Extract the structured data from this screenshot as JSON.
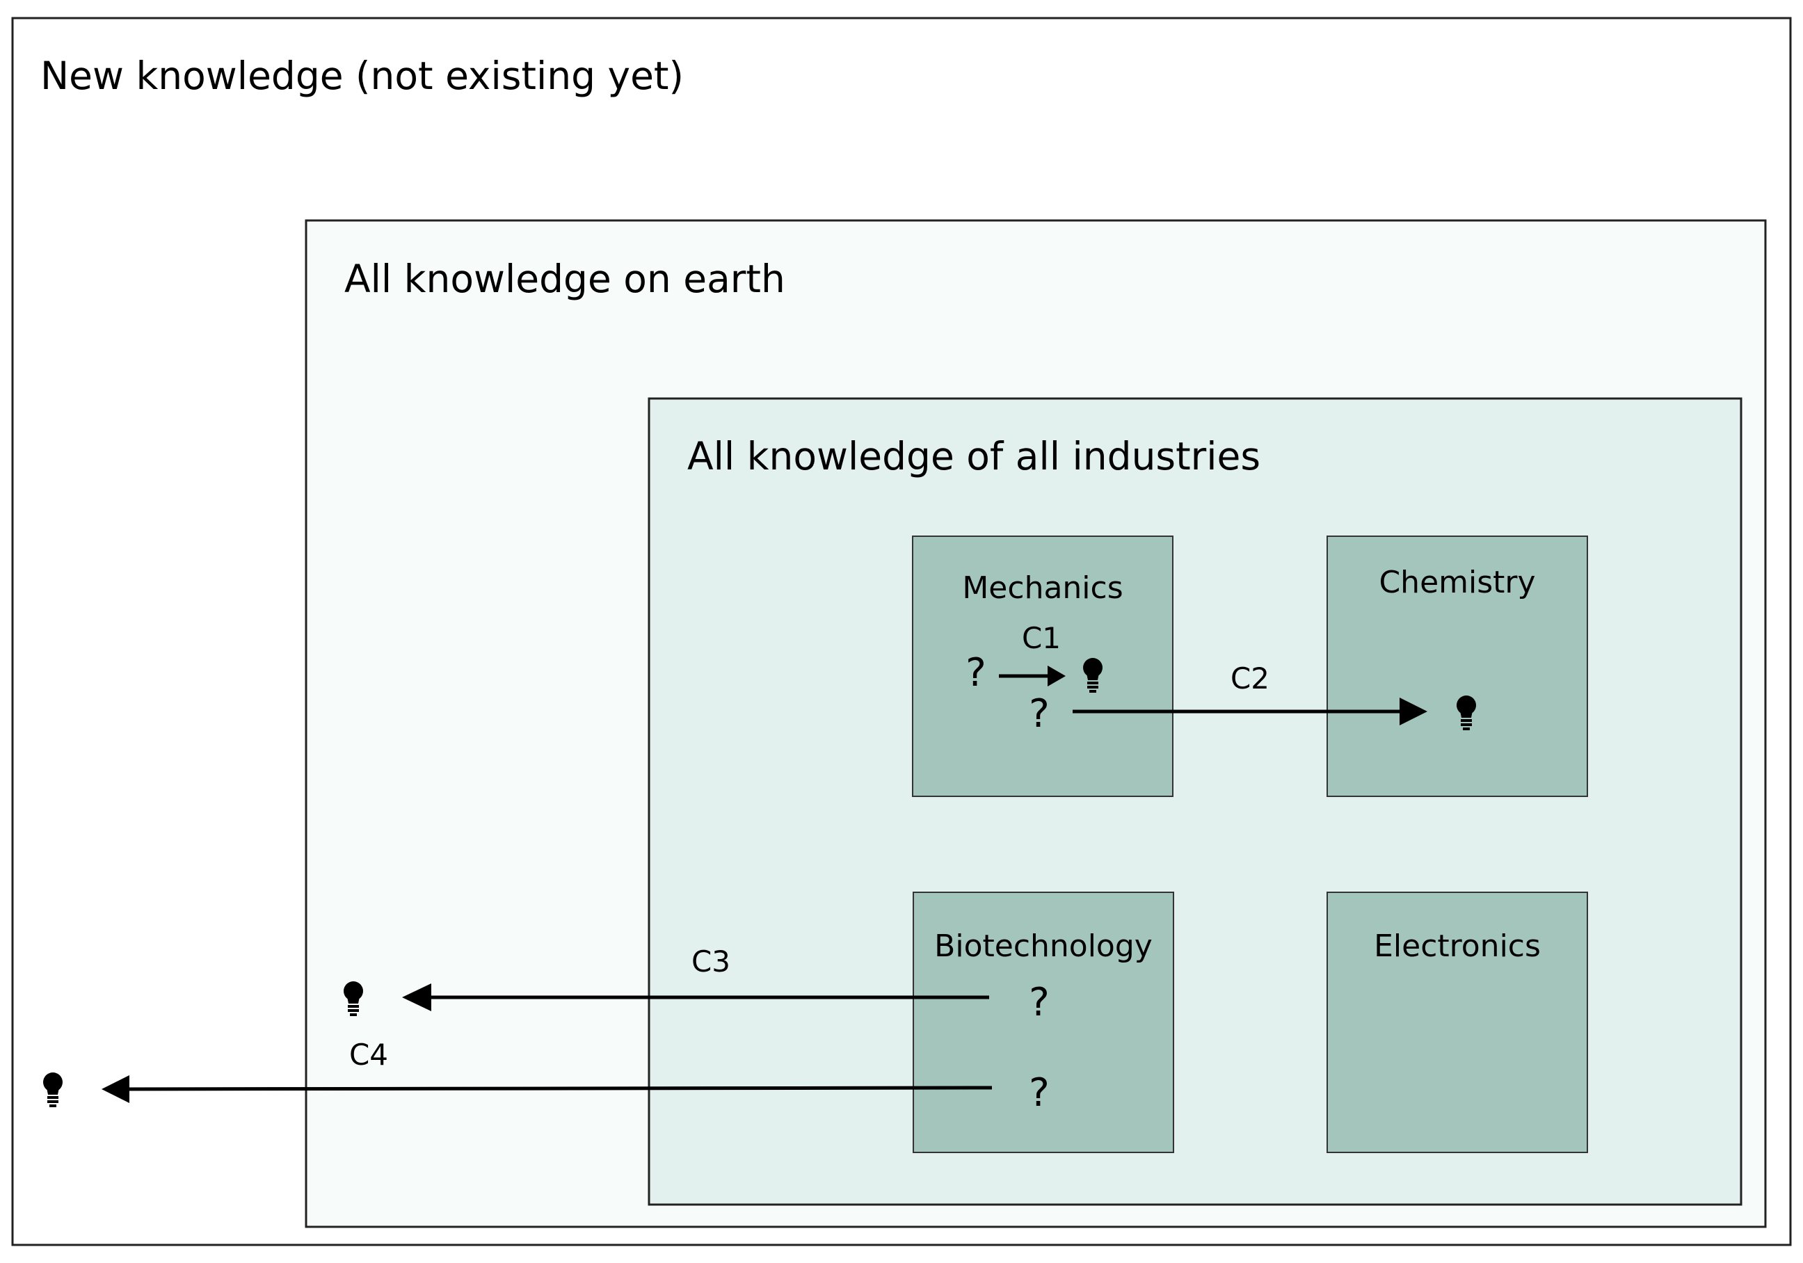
{
  "regions": {
    "new_knowledge": "New knowledge (not existing yet)",
    "all_knowledge_earth": "All knowledge on earth",
    "all_knowledge_industries": "All knowledge of all industries"
  },
  "domains": {
    "mechanics": "Mechanics",
    "chemistry": "Chemistry",
    "biotechnology": "Biotechnology",
    "electronics": "Electronics"
  },
  "connections": {
    "c1": "C1",
    "c2": "C2",
    "c3": "C3",
    "c4": "C4"
  },
  "symbols": {
    "question": "?",
    "idea_icon": "lightbulb-icon"
  },
  "colors": {
    "outer_bg": "#ffffff",
    "earth_bg": "#f7fcfb",
    "industries_bg": "#e2f0ee",
    "domain_bg": "#a3c5bb",
    "line": "#000000"
  }
}
